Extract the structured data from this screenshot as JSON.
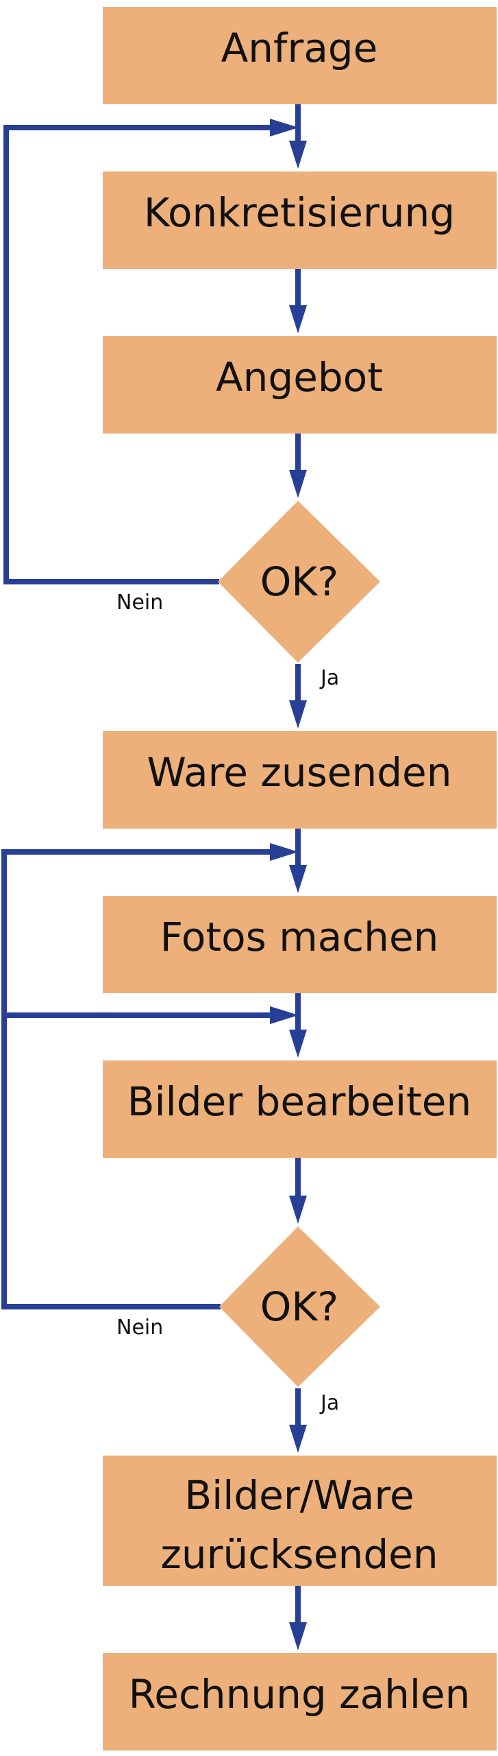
{
  "flowchart": {
    "steps": [
      {
        "id": "anfrage",
        "lines": [
          "Anfrage"
        ]
      },
      {
        "id": "konkretisierung",
        "lines": [
          "Konkretisierung"
        ]
      },
      {
        "id": "angebot",
        "lines": [
          "Angebot"
        ]
      },
      {
        "id": "ware-zusenden",
        "lines": [
          "Ware zusenden"
        ]
      },
      {
        "id": "fotos-machen",
        "lines": [
          "Fotos machen"
        ]
      },
      {
        "id": "bilder-bearbeiten",
        "lines": [
          "Bilder bearbeiten"
        ]
      },
      {
        "id": "bilder-ware-zuruecksenden",
        "lines": [
          "Bilder/Ware",
          "zurücksenden"
        ]
      },
      {
        "id": "rechnung-zahlen",
        "lines": [
          "Rechnung zahlen"
        ]
      }
    ],
    "decisions": [
      {
        "id": "ok-1",
        "label": "OK?",
        "no_label": "Nein",
        "yes_label": "Ja"
      },
      {
        "id": "ok-2",
        "label": "OK?",
        "no_label": "Nein",
        "yes_label": "Ja"
      }
    ],
    "colors": {
      "box_fill": "#EDB07A",
      "connector": "#283F96",
      "text": "#111111",
      "background": "#FFFFFF"
    }
  }
}
